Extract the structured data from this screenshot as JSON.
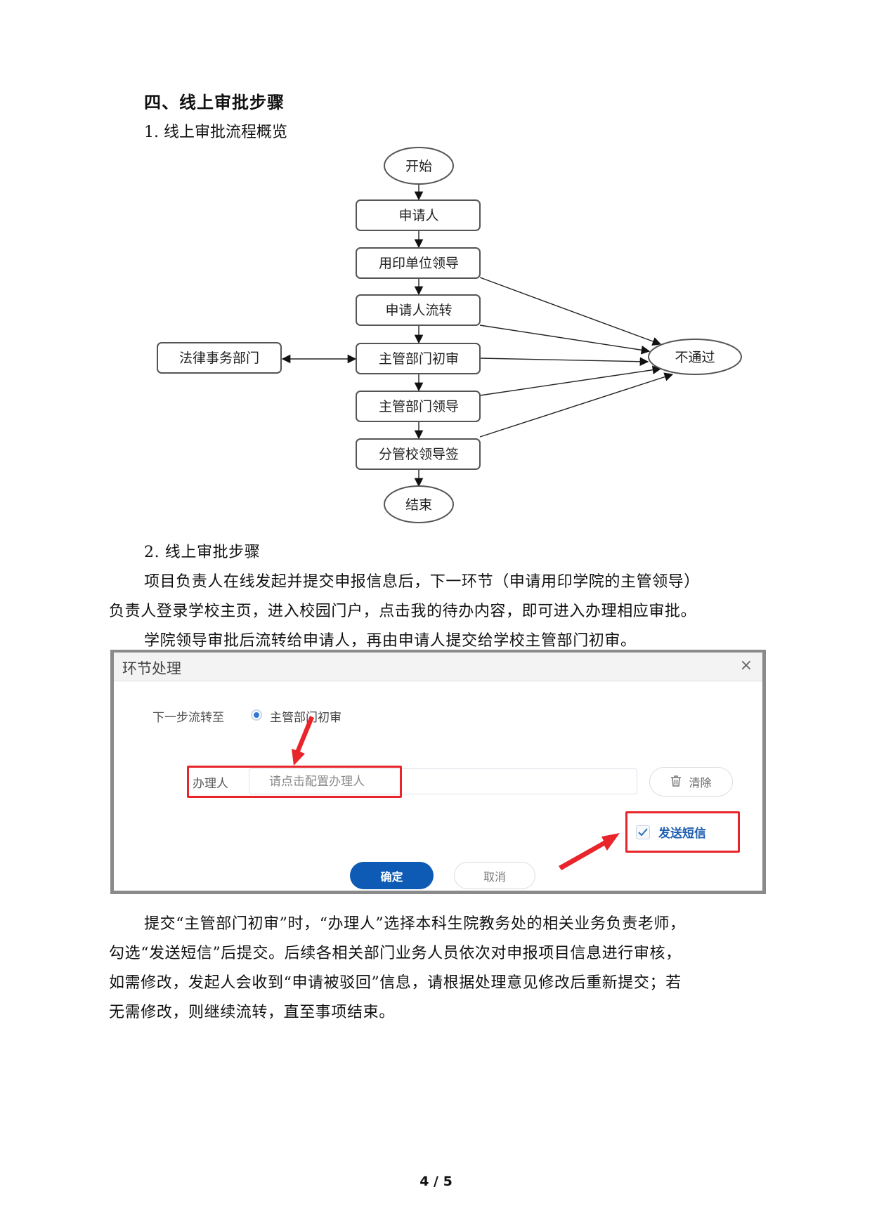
{
  "section": {
    "heading": "四、线上审批步骤",
    "sub1": "1. 线上审批流程概览",
    "sub2": "2. 线上审批步骤"
  },
  "flowchart": {
    "start": "开始",
    "end": "结束",
    "reject": "不通过",
    "side_node": "法律事务部门",
    "steps": [
      "申请人",
      "用印单位领导",
      "申请人流转",
      "主管部门初审",
      "主管部门领导",
      "分管校领导签"
    ],
    "reject_sources": [
      "用印单位领导",
      "申请人流转",
      "主管部门初审",
      "主管部门领导",
      "分管校领导签"
    ],
    "bidirectional": [
      "法律事务部门",
      "主管部门初审"
    ]
  },
  "paragraphs1": [
    "项目负责人在线发起并提交申报信息后，下一环节（申请用印学院的主管领导）",
    "负责人登录学校主页，进入校园门户，点击我的待办内容，即可进入办理相应审批。",
    "学院领导审批后流转给申请人，再由申请人提交给学校主管部门初审。"
  ],
  "dialog": {
    "title": "环节处理",
    "close": "×",
    "next_step_label": "下一步流转至",
    "next_step_option": "主管部门初审",
    "handler_label": "办理人",
    "handler_placeholder": "请点击配置办理人",
    "handler_value": "",
    "clear_label": "清除",
    "sms_label": "发送短信",
    "sms_checked": true,
    "ok_label": "确定",
    "cancel_label": "取消",
    "highlight_color": "#e8252a",
    "primary_color": "#0d5bb5"
  },
  "paragraphs2": [
    "提交“主管部门初审”时，“办理人”选择本科生院教务处的相关业务负责老师，",
    "勾选“发送短信”后提交。后续各相关部门业务人员依次对申报项目信息进行审核，",
    "如需修改，发起人会收到“申请被驳回”信息，请根据处理意见修改后重新提交；若",
    "无需修改，则继续流转，直至事项结束。"
  ],
  "page": "4 / 5"
}
